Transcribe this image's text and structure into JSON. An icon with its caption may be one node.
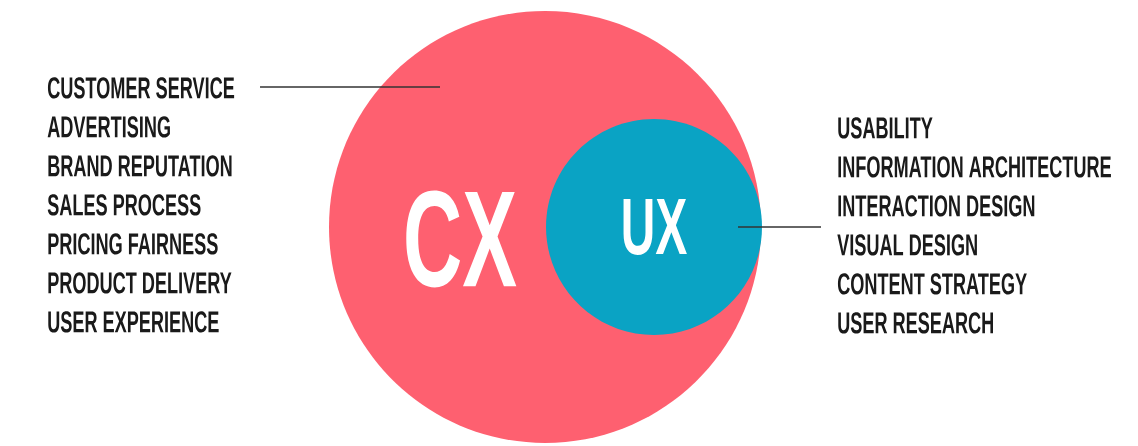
{
  "diagram": {
    "nodes": [
      {
        "text": [
          "CUSTOMER SERVICE",
          "ADVERTISING",
          "BRAND REPUTATION",
          "SALES PROCESS",
          "PRICING FAIRNESS",
          "PRODUCT DELIVERY",
          "USER EXPERIENCE"
        ]
      },
      {
        "text": [
          "CX"
        ]
      },
      {
        "text": [
          "UX"
        ],
        "in": 1
      },
      {
        "text": [
          "USABILITY",
          "INFORMATION ARCHITECTURE",
          "INTERACTION DESIGN",
          "VISUAL DESIGN",
          "CONTENT STRATEGY",
          "USER RESEARCH"
        ]
      }
    ],
    "edges": [
      {
        "from": 0,
        "to": 1,
        "arrow": "none"
      },
      {
        "from": 3,
        "to": 2,
        "arrow": "none"
      }
    ]
  }
}
